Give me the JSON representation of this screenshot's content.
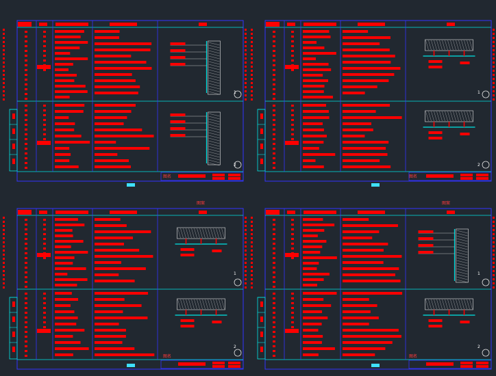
{
  "canvas": {
    "background": "#212830",
    "frame_color": "#3434ff",
    "grid_color": "#00e6e6",
    "mark_color": "#ff0000",
    "detail_color": "#e6e6e6"
  },
  "sheets": [
    {
      "id": "sheet-top-left",
      "header_tag": "",
      "view_tag": "",
      "detail_numbers": [
        "1",
        "2"
      ]
    },
    {
      "id": "sheet-top-right",
      "header_tag": "",
      "view_tag": "",
      "detail_numbers": [
        "1",
        "2"
      ]
    },
    {
      "id": "sheet-bottom-left",
      "header_tag": "",
      "view_tag": "图案",
      "detail_numbers": [
        "1",
        "2"
      ]
    },
    {
      "id": "sheet-bottom-right",
      "header_tag": "",
      "view_tag": "图案",
      "detail_numbers": [
        "1",
        "2"
      ]
    }
  ],
  "title_block": {
    "label": "图名"
  }
}
